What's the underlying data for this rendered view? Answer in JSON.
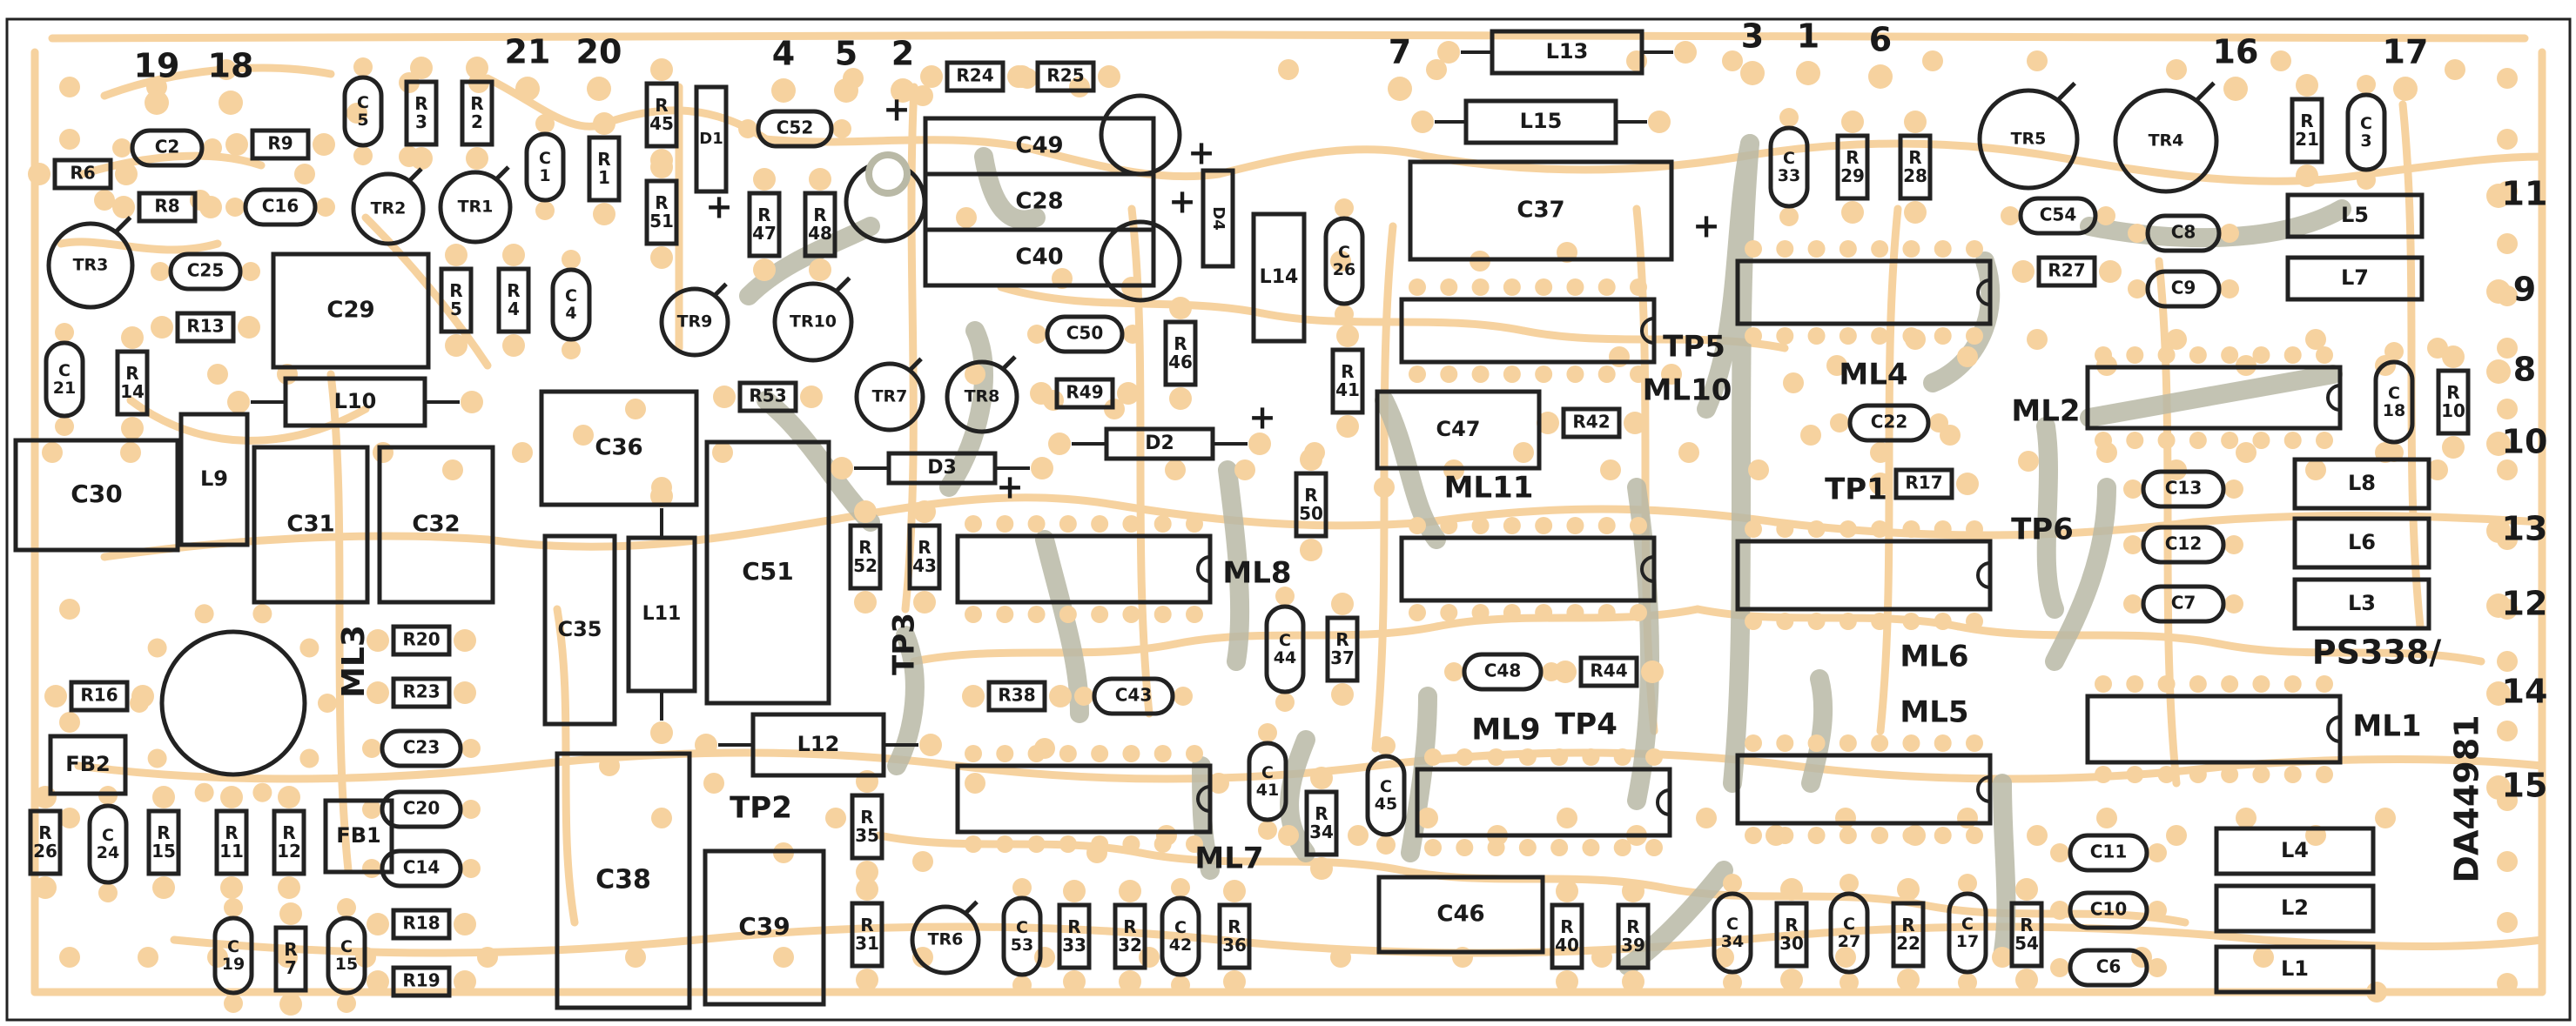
{
  "board": {
    "ids": [
      "PS338/",
      "DA44981"
    ]
  },
  "colors": {
    "track": "#F6D29F",
    "pad": "#F6D29F",
    "component": "#222222",
    "jumper": "#B9B9A6",
    "background": "#FFFFFF"
  },
  "connector_numbers": [
    "19",
    "18",
    "21",
    "20",
    "4",
    "5",
    "2",
    "7",
    "3",
    "1",
    "6",
    "16",
    "17",
    "11",
    "9",
    "8",
    "10",
    "13",
    "12",
    "14",
    "15"
  ],
  "components": [
    "R6",
    "C2",
    "R9",
    "C5",
    "R3",
    "R2",
    "C1",
    "R1",
    "R45",
    "D1",
    "C52",
    "R24",
    "R25",
    "C49",
    "C28",
    "C40",
    "D4",
    "L13",
    "L15",
    "C37",
    "C33",
    "R29",
    "R28",
    "TR5",
    "TR4",
    "R21",
    "C3",
    "L5",
    "L7",
    "C8",
    "C9",
    "C54",
    "R27",
    "R8",
    "C16",
    "TR2",
    "TR1",
    "TR3",
    "R51",
    "R47",
    "R48",
    "L14",
    "C26",
    "C25",
    "C29",
    "R5",
    "R4",
    "C4",
    "TR9",
    "TR10",
    "C50",
    "R46",
    "R13",
    "C21",
    "R14",
    "R53",
    "TR7",
    "TR8",
    "R49",
    "R41",
    "C47",
    "R42",
    "C22",
    "C18",
    "R10",
    "L10",
    "C30",
    "L9",
    "C36",
    "C51",
    "D2",
    "D3",
    "C31",
    "C32",
    "C35",
    "L11",
    "R50",
    "R17",
    "C13",
    "C12",
    "C7",
    "L8",
    "L6",
    "L3",
    "R52",
    "R43",
    "R20",
    "R23",
    "R16",
    "C23",
    "FB2",
    "C20",
    "C24",
    "R26",
    "R15",
    "R11",
    "R12",
    "FB1",
    "C14",
    "R18",
    "C19",
    "R7",
    "C15",
    "R19",
    "C38",
    "C39",
    "L12",
    "R35",
    "R31",
    "TR6",
    "C53",
    "R33",
    "R32",
    "C42",
    "R36",
    "C44",
    "R37",
    "C48",
    "R44",
    "R38",
    "C43",
    "C41",
    "R34",
    "C45",
    "C46",
    "R40",
    "R39",
    "C34",
    "R30",
    "C27",
    "R22",
    "C17",
    "R54",
    "C11",
    "C10",
    "C6",
    "L4",
    "L2",
    "L1",
    "ML1",
    "ML2",
    "ML3",
    "ML4",
    "ML5",
    "ML6",
    "ML7",
    "ML8",
    "ML9",
    "ML10",
    "ML11",
    "TP1",
    "TP2",
    "TP3",
    "TP4",
    "TP5",
    "TP6"
  ],
  "polarity": {
    "plus": "+"
  }
}
